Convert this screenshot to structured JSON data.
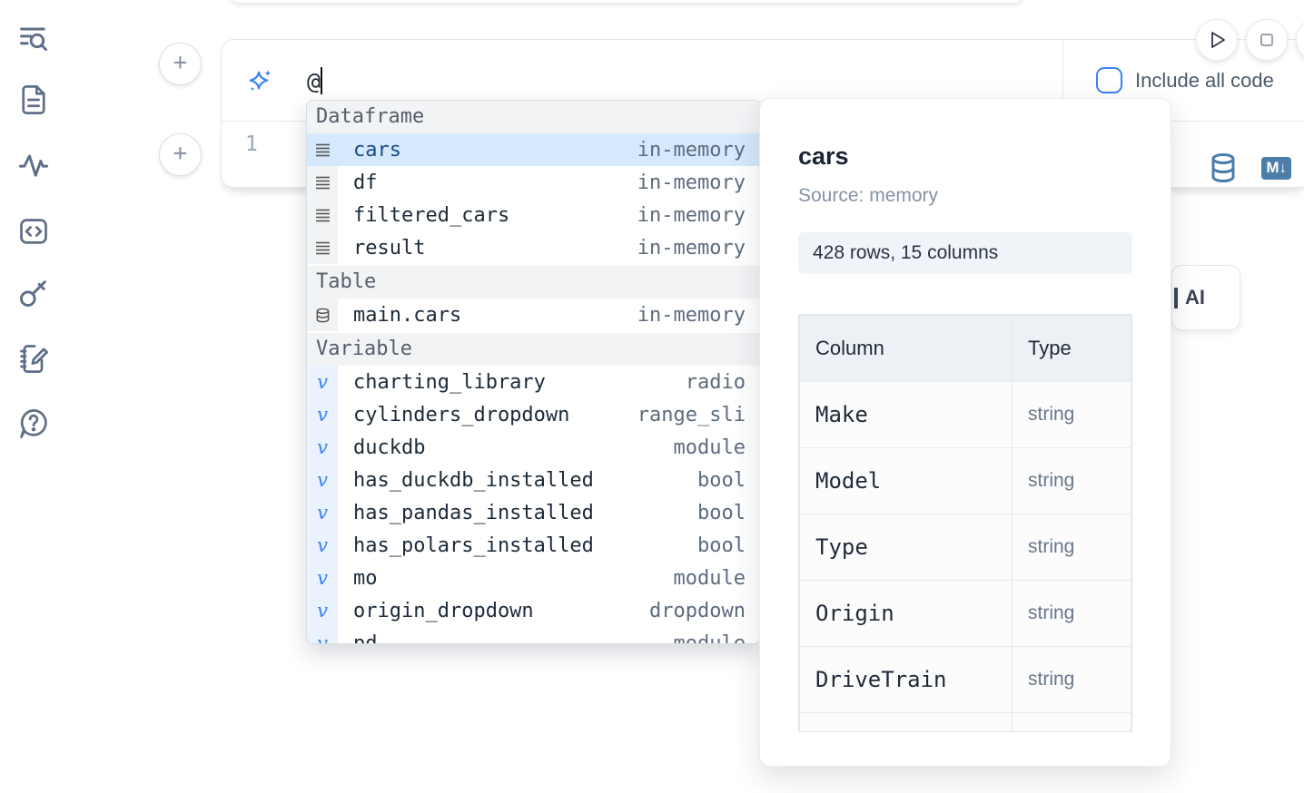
{
  "sidebar": {
    "items": [
      {
        "icon": "toc-search-icon"
      },
      {
        "icon": "file-icon"
      },
      {
        "icon": "activity-icon"
      },
      {
        "icon": "code-snippets-icon"
      },
      {
        "icon": "key-icon"
      },
      {
        "icon": "scratchpad-icon"
      },
      {
        "icon": "help-chat-icon"
      }
    ]
  },
  "add_cell_buttons": {
    "label": "+"
  },
  "ai_prompt": {
    "typed_text": "@",
    "sparkles_icon": "sparkles-icon",
    "include_all_code_label": "Include all code",
    "checkbox_checked": false,
    "accent_color": "#3b82f6"
  },
  "run_controls": {
    "play_icon": "play-icon",
    "stop_icon": "stop-icon"
  },
  "code_cell": {
    "line_number": "1",
    "cell_type_icons": [
      "database-icon",
      "markdown-icon"
    ],
    "markdown_badge": "M↓",
    "icon_color": "#4a7da8"
  },
  "ai_button_fragment": {
    "visible_label": "AI"
  },
  "autocomplete": {
    "selected_item": "cars",
    "selected_color": "#d6e8fb",
    "sections": [
      {
        "label": "Dataframe",
        "icon": "menu-lines-icon",
        "kind": "dataframe",
        "items": [
          {
            "name": "cars",
            "detail": "in-memory",
            "selected": true
          },
          {
            "name": "df",
            "detail": "in-memory"
          },
          {
            "name": "filtered_cars",
            "detail": "in-memory"
          },
          {
            "name": "result",
            "detail": "in-memory"
          }
        ]
      },
      {
        "label": "Table",
        "icon": "database-icon",
        "kind": "table",
        "items": [
          {
            "name": "main.cars",
            "detail": "in-memory"
          }
        ]
      },
      {
        "label": "Variable",
        "icon": "variable-icon",
        "kind": "variable",
        "items": [
          {
            "name": "charting_library",
            "detail": "radio"
          },
          {
            "name": "cylinders_dropdown",
            "detail": "range_sli"
          },
          {
            "name": "duckdb",
            "detail": "module"
          },
          {
            "name": "has_duckdb_installed",
            "detail": "bool"
          },
          {
            "name": "has_pandas_installed",
            "detail": "bool"
          },
          {
            "name": "has_polars_installed",
            "detail": "bool"
          },
          {
            "name": "mo",
            "detail": "module"
          },
          {
            "name": "origin_dropdown",
            "detail": "dropdown"
          },
          {
            "name": "pd",
            "detail": "module",
            "clipped": true
          }
        ]
      }
    ]
  },
  "preview_panel": {
    "title": "cars",
    "source": "Source: memory",
    "shape_badge": "428 rows, 15 columns",
    "table": {
      "headers": [
        "Column",
        "Type"
      ],
      "rows": [
        {
          "column": "Make",
          "type": "string"
        },
        {
          "column": "Model",
          "type": "string"
        },
        {
          "column": "Type",
          "type": "string"
        },
        {
          "column": "Origin",
          "type": "string"
        },
        {
          "column": "DriveTrain",
          "type": "string"
        }
      ]
    }
  }
}
